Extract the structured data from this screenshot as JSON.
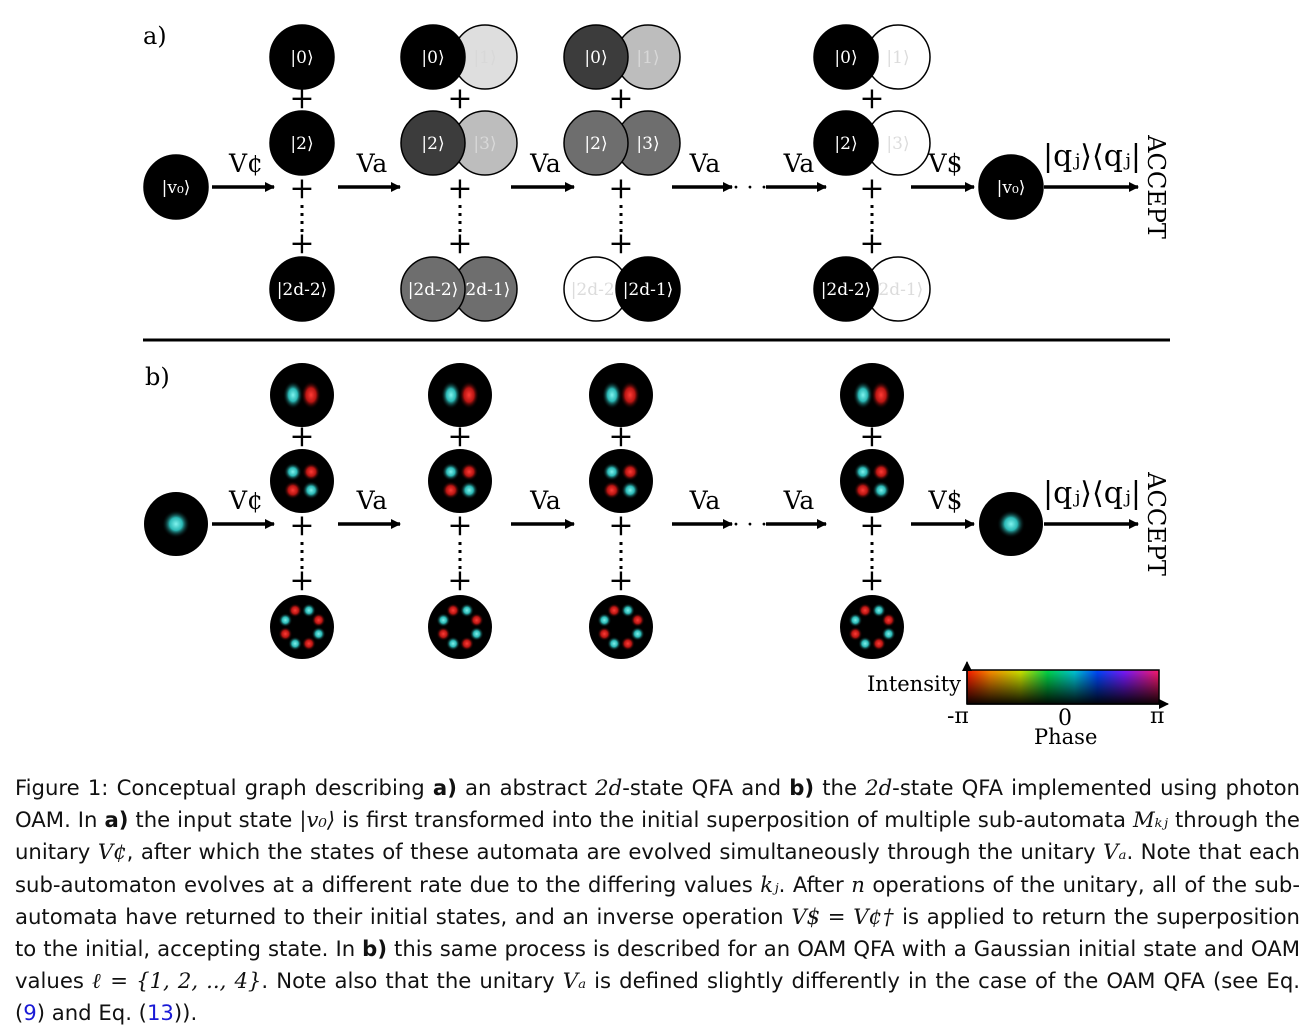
{
  "panel_labels": {
    "a": "a)",
    "b": "b)"
  },
  "ops": {
    "v_cent": "V¢",
    "v_a": "Va",
    "v_dollar": "V$",
    "dots": "· · ·"
  },
  "states": {
    "s0": "|0⟩",
    "s1": "|1⟩",
    "s2": "|2⟩",
    "s3": "|3⟩",
    "s2d2": "|2d-2⟩",
    "s2d1": "|2d-1⟩",
    "v0": "|v₀⟩",
    "plus": "+"
  },
  "projector": "|qⱼ⟩⟨qⱼ|",
  "accept": "ACCEPT",
  "colorbar": {
    "intensity_label": "Intensity",
    "phase_label": "Phase",
    "min_label": "-π",
    "mid_label": "0",
    "max_label": "π"
  },
  "caption": {
    "prefix": "Figure 1: Conceptual graph describing",
    "a_bold": "a)",
    "t1": "an abstract",
    "two_d": "2d",
    "t2": "-state QFA and",
    "b_bold": "b)",
    "t3": "the",
    "t4": "-state QFA implemented using photon OAM. In",
    "t5": "the input state",
    "v0": "|v₀⟩",
    "t6": "is first transformed into the initial superposition of multiple sub-automata",
    "mkj": "Mₖⱼ",
    "t7": "through the unitary",
    "vcent": "V¢",
    "t8": ", after which the states of these automata are evolved simultaneously through the unitary",
    "va": "Vₐ",
    "t9": ". Note that each sub-automaton evolves at a different rate due to the differing values",
    "kj": "kⱼ",
    "t10": ". After",
    "n": "n",
    "t11": "operations of the unitary, all of the sub-automata have returned to their initial states, and an inverse operation",
    "vdollar_eq": "V$ = V¢†",
    "t12": "is applied to return the superposition to the initial, accepting state. In",
    "t13": "this same process is described for an OAM QFA with a Gaussian initial state and OAM values",
    "ell": "ℓ = {1, 2, .., 4}",
    "t14": ". Note also that the unitary",
    "t15": "is defined slightly differently in the case of the OAM QFA (see Eq. (",
    "ref9": "9",
    "t16": ") and Eq. (",
    "ref13": "13",
    "t17": "))."
  },
  "colors": {
    "black": "#000000",
    "dark_gray": "#3c3c3c",
    "mid_gray": "#6e6e6e",
    "light_gray": "#bdbdbd",
    "pale_gray": "#dedede",
    "cyan_lobe": "#3fd8d4",
    "red_lobe": "#d8221f"
  }
}
